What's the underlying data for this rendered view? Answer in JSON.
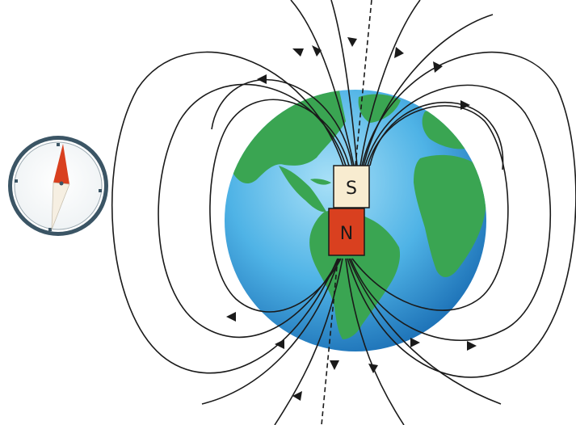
{
  "magnet": {
    "top_pole": "S",
    "bottom_pole": "N",
    "top_color": "#f8ecd0",
    "bottom_color": "#d9401f"
  },
  "colors": {
    "ocean_light": "#8fd3f2",
    "ocean_dark": "#1e7fc4",
    "land": "#3aa552",
    "field_lines": "#1a1a1a",
    "compass_ring": "#3b5565",
    "compass_needle_north": "#d9401f"
  },
  "icons": {
    "compass": "compass-icon",
    "earth": "earth-globe",
    "magnet": "bar-magnet"
  }
}
